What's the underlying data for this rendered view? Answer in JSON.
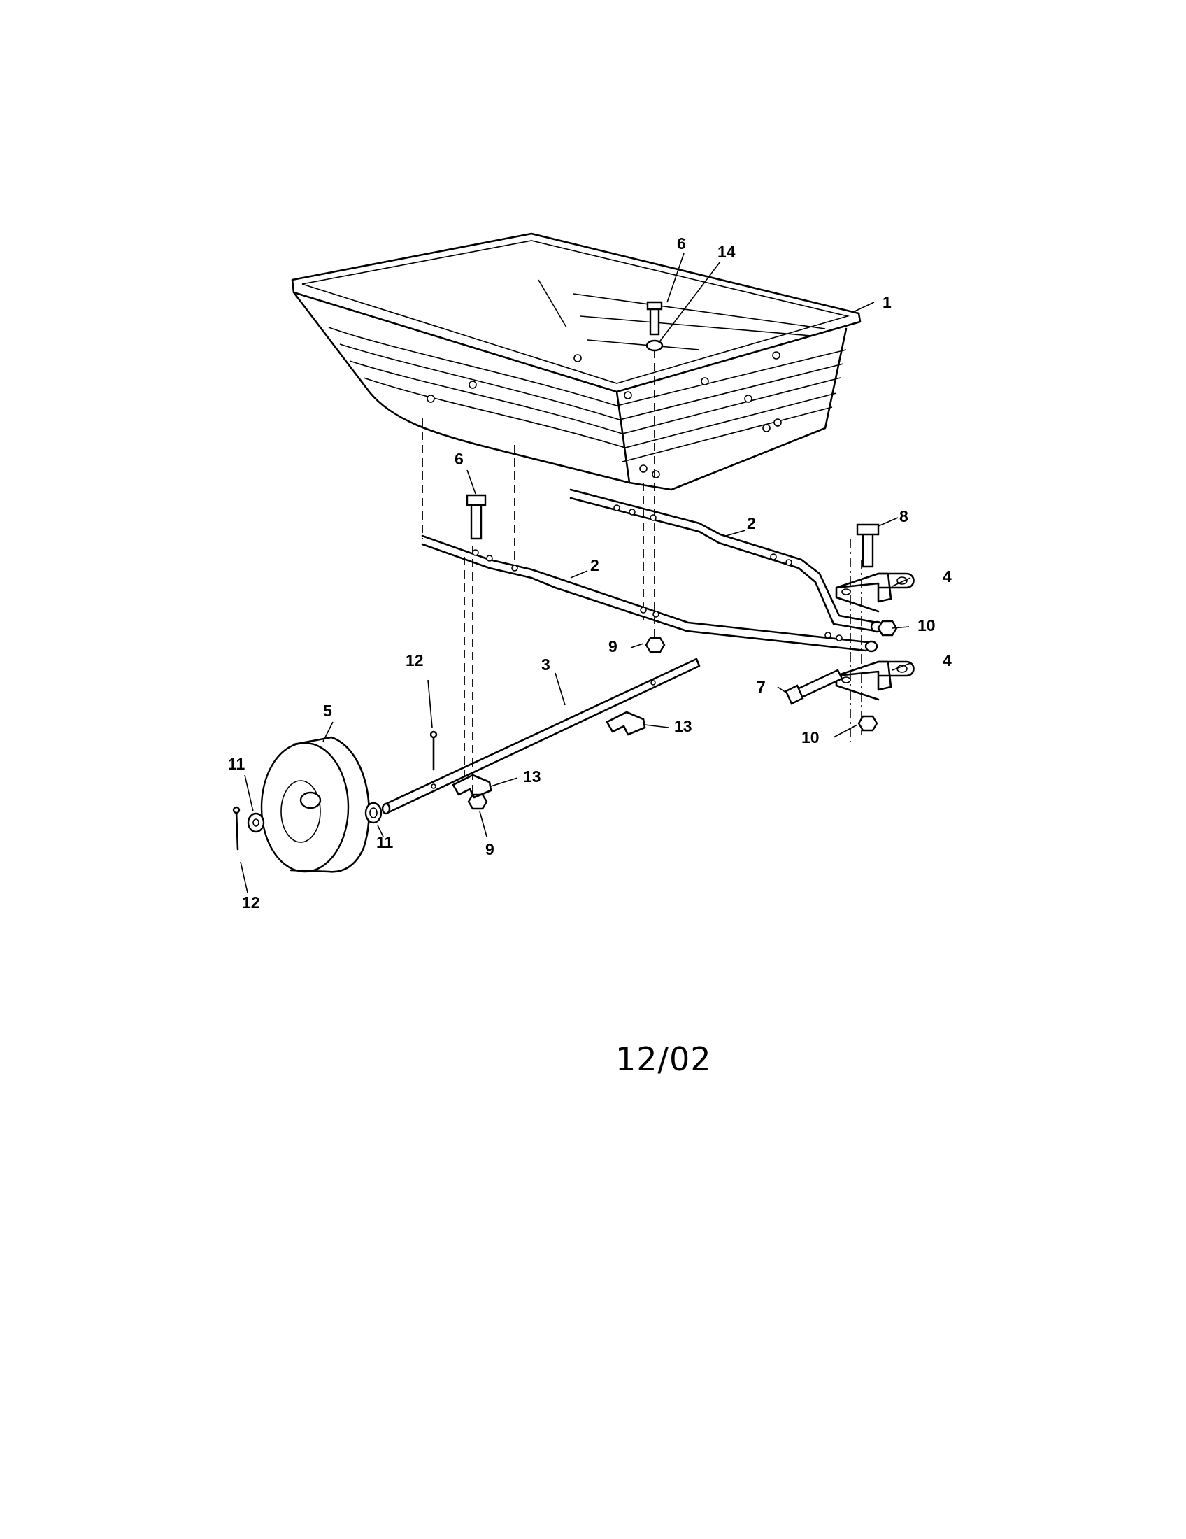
{
  "callouts": {
    "p1": "1",
    "p2a": "2",
    "p2b": "2",
    "p3": "3",
    "p4a": "4",
    "p4b": "4",
    "p5": "5",
    "p6a": "6",
    "p6b": "6",
    "p7": "7",
    "p8": "8",
    "p9a": "9",
    "p9b": "9",
    "p10a": "10",
    "p10b": "10",
    "p11a": "11",
    "p11b": "11",
    "p12a": "12",
    "p12b": "12",
    "p13a": "13",
    "p13b": "13",
    "p14": "14"
  },
  "footer": {
    "date_code": "12/02"
  }
}
